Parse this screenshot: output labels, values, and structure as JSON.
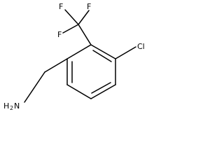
{
  "molecule": {
    "atoms": {
      "f_top_left": "F",
      "f_top_right": "F",
      "f_left": "F",
      "chlorine": "Cl",
      "amine_h2": "H",
      "amine_subscript": "2",
      "amine_n": "N"
    }
  }
}
